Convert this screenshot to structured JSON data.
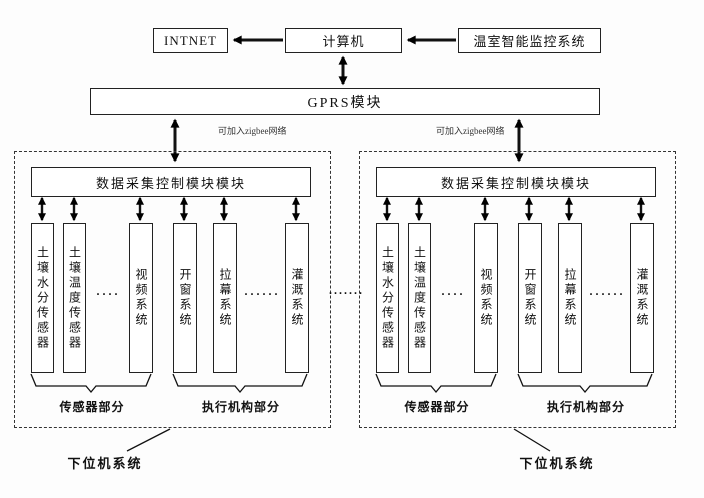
{
  "top_row": {
    "intnet_label": "INTNET",
    "computer_label": "计算机",
    "monitor_system_label": "温室智能监控系统"
  },
  "gprs_label": "GPRS模块",
  "zigbee_note": "可加入zigbee网络",
  "link_dots": "·······",
  "subsystems": [
    {
      "controller_label": "数据采集控制模块模块",
      "modules": [
        "土壤水分传感器",
        "土壤温度传感器",
        "视频系统",
        "开窗系统",
        "拉幕系统",
        "灌溉系统"
      ],
      "sensor_dots": "····",
      "actuator_dots": "······",
      "sensor_group_label": "传感器部分",
      "actuator_group_label": "执行机构部分",
      "system_label": "下位机系统"
    },
    {
      "controller_label": "数据采集控制模块模块",
      "modules": [
        "土壤水分传感器",
        "土壤温度传感器",
        "视频系统",
        "开窗系统",
        "拉幕系统",
        "灌溉系统"
      ],
      "sensor_dots": "····",
      "actuator_dots": "······",
      "sensor_group_label": "传感器部分",
      "actuator_group_label": "执行机构部分",
      "system_label": "下位机系统"
    }
  ],
  "colors": {
    "line": "#111111",
    "border": "#222222"
  }
}
